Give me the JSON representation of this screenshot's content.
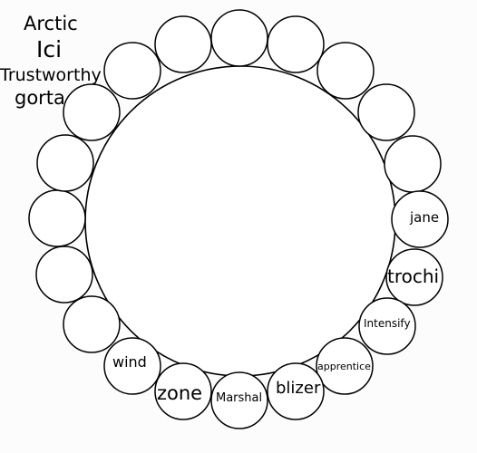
{
  "corner_words": [
    "Arctic",
    "Ici",
    "Trustworthy",
    "gorta"
  ],
  "ring_labels": {
    "jane": "jane",
    "trochi": "trochi",
    "intensify": "Intensify",
    "apprentice": "apprentice",
    "blizer": "blizer",
    "marshal": "Marshal",
    "zone": "zone",
    "wind": "wind"
  }
}
